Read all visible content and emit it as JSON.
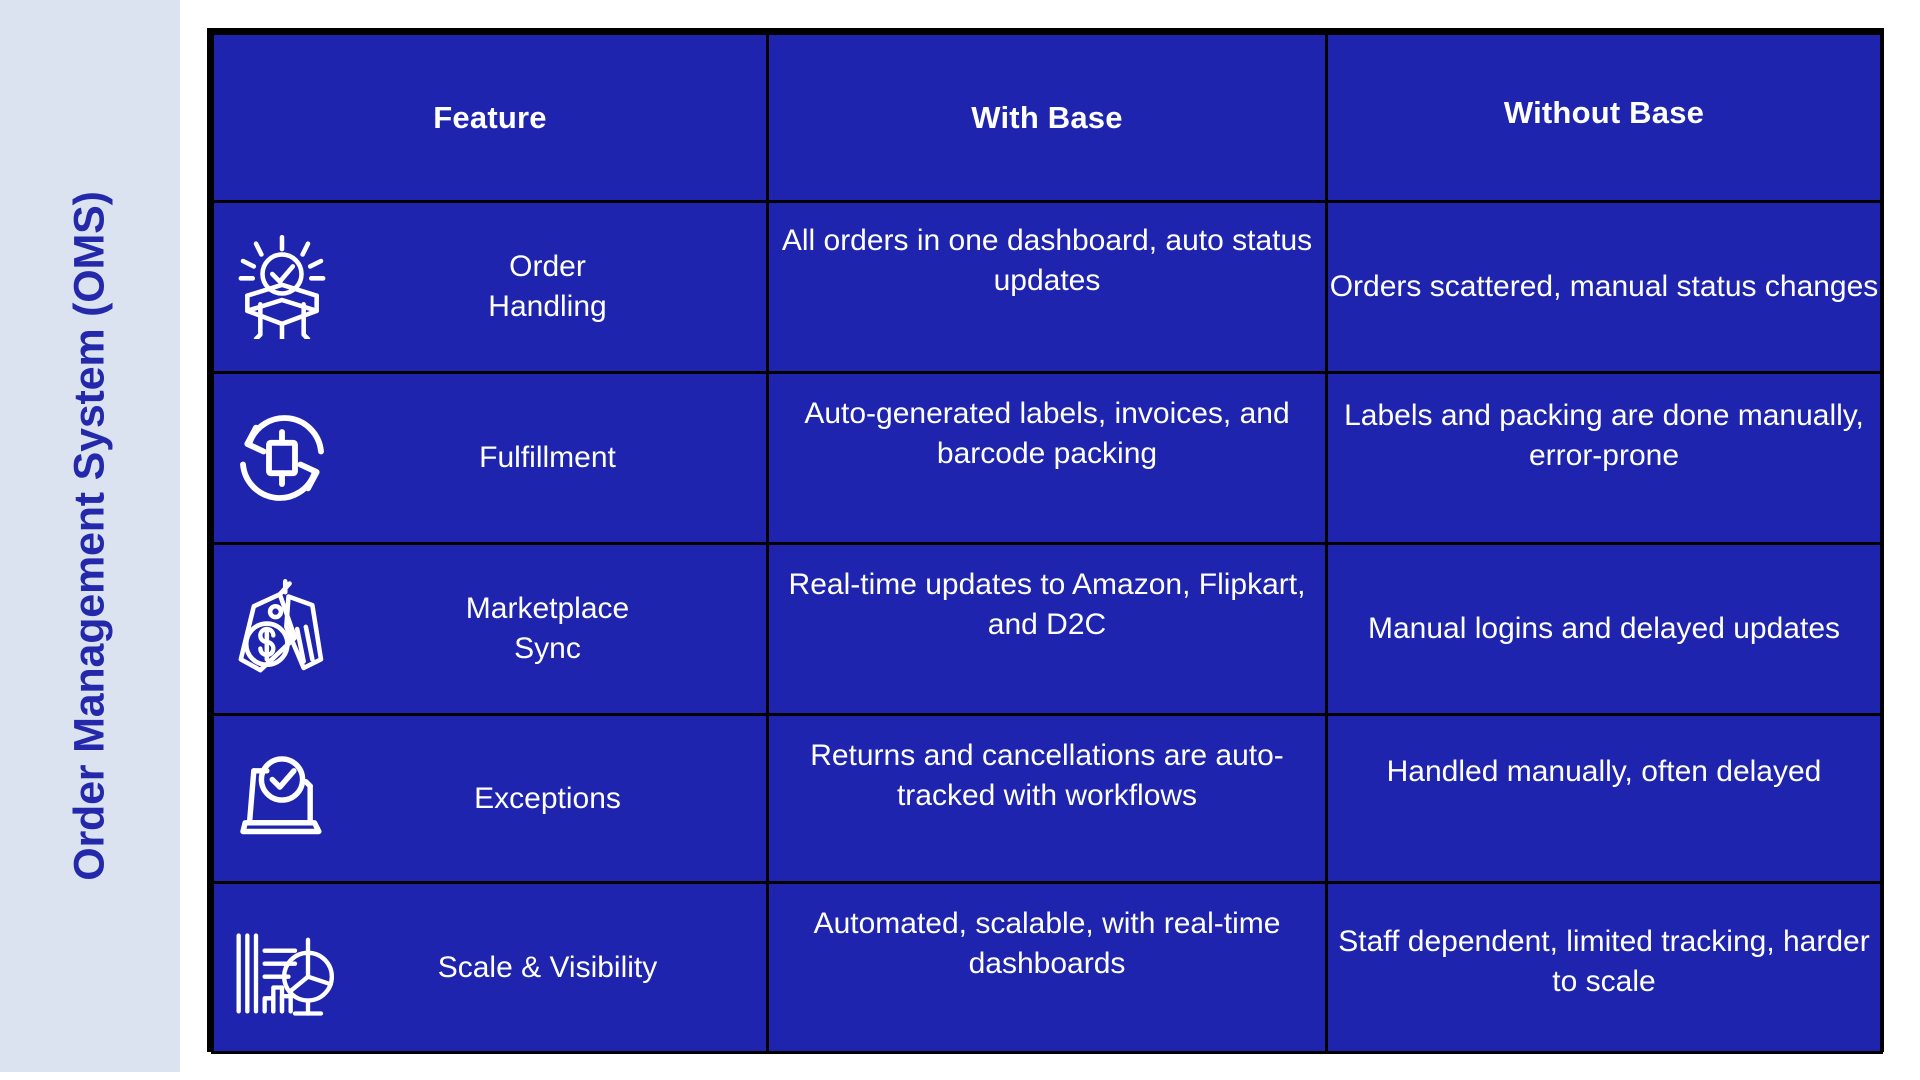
{
  "sidebar": {
    "title": "Order Management System (OMS)",
    "background_color": "#dbe2f0",
    "text_color": "#2429ab"
  },
  "table": {
    "accent_color": "#1e24ad",
    "border_color": "#000000",
    "text_color": "#ffffff",
    "headers": {
      "feature": "Feature",
      "with_base": "With Base",
      "without_base": "Without Base"
    },
    "rows": [
      {
        "icon": "order-box-check-icon",
        "feature": "Order\nHandling",
        "feature_line1": "Order",
        "feature_line2": "Handling",
        "with_base": "All orders in one dashboard, auto status updates",
        "without_base": "Orders scattered, manual status changes"
      },
      {
        "icon": "fulfillment-cycle-package-icon",
        "feature": "Fulfillment",
        "feature_line1": "Fulfillment",
        "feature_line2": "",
        "with_base": "Auto-generated labels, invoices, and barcode packing",
        "without_base": "Labels and packing are done manually, error-prone"
      },
      {
        "icon": "marketplace-price-tags-dollar-icon",
        "feature": "Marketplace\nSync",
        "feature_line1": "Marketplace",
        "feature_line2": "Sync",
        "with_base": "Real-time updates to Amazon, Flipkart, and D2C",
        "without_base": "Manual logins and delayed updates"
      },
      {
        "icon": "exceptions-laptop-check-icon",
        "feature": "Exceptions",
        "feature_line1": "Exceptions",
        "feature_line2": "",
        "with_base": "Returns and cancellations are auto-tracked with workflows",
        "without_base": "Handled manually, often delayed"
      },
      {
        "icon": "scale-visibility-analytics-icon",
        "feature": "Scale & Visibility",
        "feature_line1": "Scale & Visibility",
        "feature_line2": "",
        "with_base": "Automated, scalable, with real-time dashboards",
        "without_base": "Staff dependent, limited tracking, harder to scale"
      }
    ]
  }
}
